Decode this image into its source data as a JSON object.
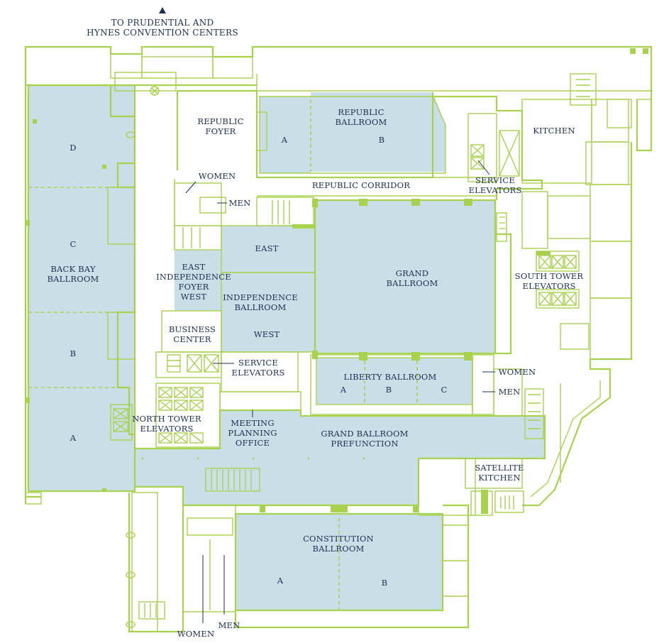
{
  "header": {
    "line1": "TO PRUDENTIAL AND",
    "line2": "HYNES CONVENTION CENTERS",
    "arrow_icon": "up-triangle-icon"
  },
  "colors": {
    "wall": "#a8d14f",
    "room_fill": "#c9dfe8",
    "text": "#1b2f52"
  },
  "rooms": {
    "back_bay": {
      "name1": "BACK BAY",
      "name2": "BALLROOM",
      "sections": [
        "D",
        "C",
        "B",
        "A"
      ]
    },
    "republic_foyer": {
      "line1": "REPUBLIC",
      "line2": "FOYER"
    },
    "republic_ballroom": {
      "line1": "REPUBLIC",
      "line2": "BALLROOM",
      "sections": [
        "A",
        "B"
      ]
    },
    "republic_corridor": "REPUBLIC CORRIDOR",
    "kitchen": "KITCHEN",
    "service_elevators_north": {
      "line1": "SERVICE",
      "line2": "ELEVATORS"
    },
    "grand_ballroom": {
      "line1": "GRAND",
      "line2": "BALLROOM"
    },
    "south_tower": {
      "line1": "SOUTH TOWER",
      "line2": "ELEVATORS"
    },
    "independence_east": "EAST",
    "independence_ballroom": {
      "line1": "INDEPENDENCE",
      "line2": "BALLROOM"
    },
    "independence_west": "WEST",
    "east_foyer": {
      "line1": "EAST",
      "line2": "INDEPENDENCE",
      "line3": "FOYER",
      "line4": "WEST"
    },
    "business_center": {
      "line1": "BUSINESS",
      "line2": "CENTER"
    },
    "service_elevators_mid": {
      "line1": "SERVICE",
      "line2": "ELEVATORS"
    },
    "liberty_ballroom": {
      "name": "LIBERTY BALLROOM",
      "sections": [
        "A",
        "B",
        "C"
      ]
    },
    "north_tower": {
      "line1": "NORTH TOWER",
      "line2": "ELEVATORS"
    },
    "meeting_planning": {
      "line1": "MEETING",
      "line2": "PLANNING",
      "line3": "OFFICE"
    },
    "prefunction": {
      "line1": "GRAND BALLROOM",
      "line2": "PREFUNCTION"
    },
    "satellite_kitchen": {
      "line1": "SATELLITE",
      "line2": "KITCHEN"
    },
    "constitution": {
      "line1": "CONSTITUTION",
      "line2": "BALLROOM",
      "sections": [
        "A",
        "B"
      ]
    }
  },
  "restrooms": {
    "women_upper": "WOMEN",
    "men_upper": "MEN",
    "women_right": "WOMEN",
    "men_right": "MEN",
    "women_bottom": "WOMEN",
    "men_bottom": "MEN"
  }
}
